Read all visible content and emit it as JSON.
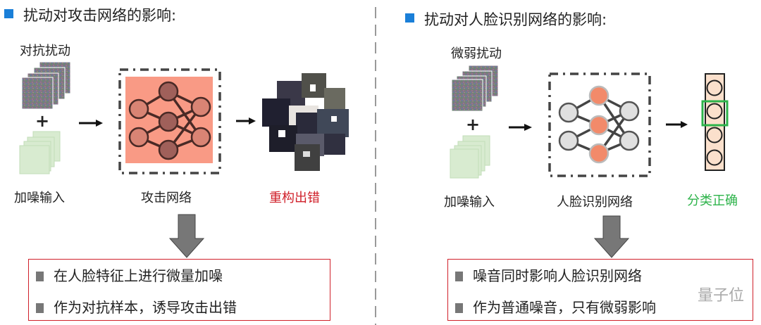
{
  "left": {
    "title": "扰动对攻击网络的影响:",
    "perturbation_label": "对抗扰动",
    "input_label": "加噪输入",
    "network_label": "攻击网络",
    "result_label": "重构出错",
    "bullets": [
      "在人脸特征上进行微量加噪",
      "作为对抗样本，诱导攻击出错"
    ]
  },
  "right": {
    "title": "扰动对人脸识别网络的影响:",
    "perturbation_label": "微弱扰动",
    "input_label": "加噪输入",
    "network_label": "人脸识别网络",
    "result_label": "分类正确",
    "bullets": [
      "噪音同时影响人脸识别网络",
      "作为普通噪音，只有微弱影响"
    ]
  },
  "plus": "+",
  "watermark": "量子位",
  "colors": {
    "accent": "#1a7fd8",
    "error": "#d0202a",
    "correct": "#2db34a",
    "attack_bg": "#f99a85",
    "face_node": "#f28a6a"
  }
}
